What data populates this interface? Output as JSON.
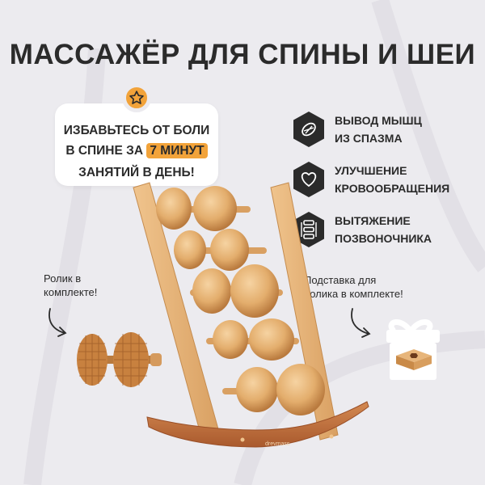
{
  "title": "МАССАЖЁР ДЛЯ СПИНЫ И ШЕИ",
  "promo": {
    "line1": "ИЗБАВЬТЕСЬ ОТ БОЛИ",
    "line2_prefix": "В СПИНЕ ЗА",
    "line2_highlight": "7 МИНУТ",
    "line3": "ЗАНЯТИЙ В ДЕНЬ!"
  },
  "features": [
    {
      "line1": "ВЫВОД МЫШЦ",
      "line2": "ИЗ СПАЗМА",
      "icon": "muscle-icon"
    },
    {
      "line1": "УЛУЧШЕНИЕ",
      "line2": "КРОВООБРАЩЕНИЯ",
      "icon": "heart-icon"
    },
    {
      "line1": "ВЫТЯЖЕНИЕ",
      "line2": "ПОЗВОНОЧНИКА",
      "icon": "spine-icon"
    }
  ],
  "notes": {
    "roller_line1": "Ролик в",
    "roller_line2": "комплекте!",
    "stand_line1": "Подставка для",
    "stand_line2": "ролика в комплекте!"
  },
  "brand": "drevmass",
  "colors": {
    "background": "#ecebef",
    "accent": "#f2a33a",
    "text": "#2b2b2b",
    "hex_badge": "#2b2b2b",
    "wood_light": "#e9b77a",
    "wood_dark": "#b8683a"
  }
}
